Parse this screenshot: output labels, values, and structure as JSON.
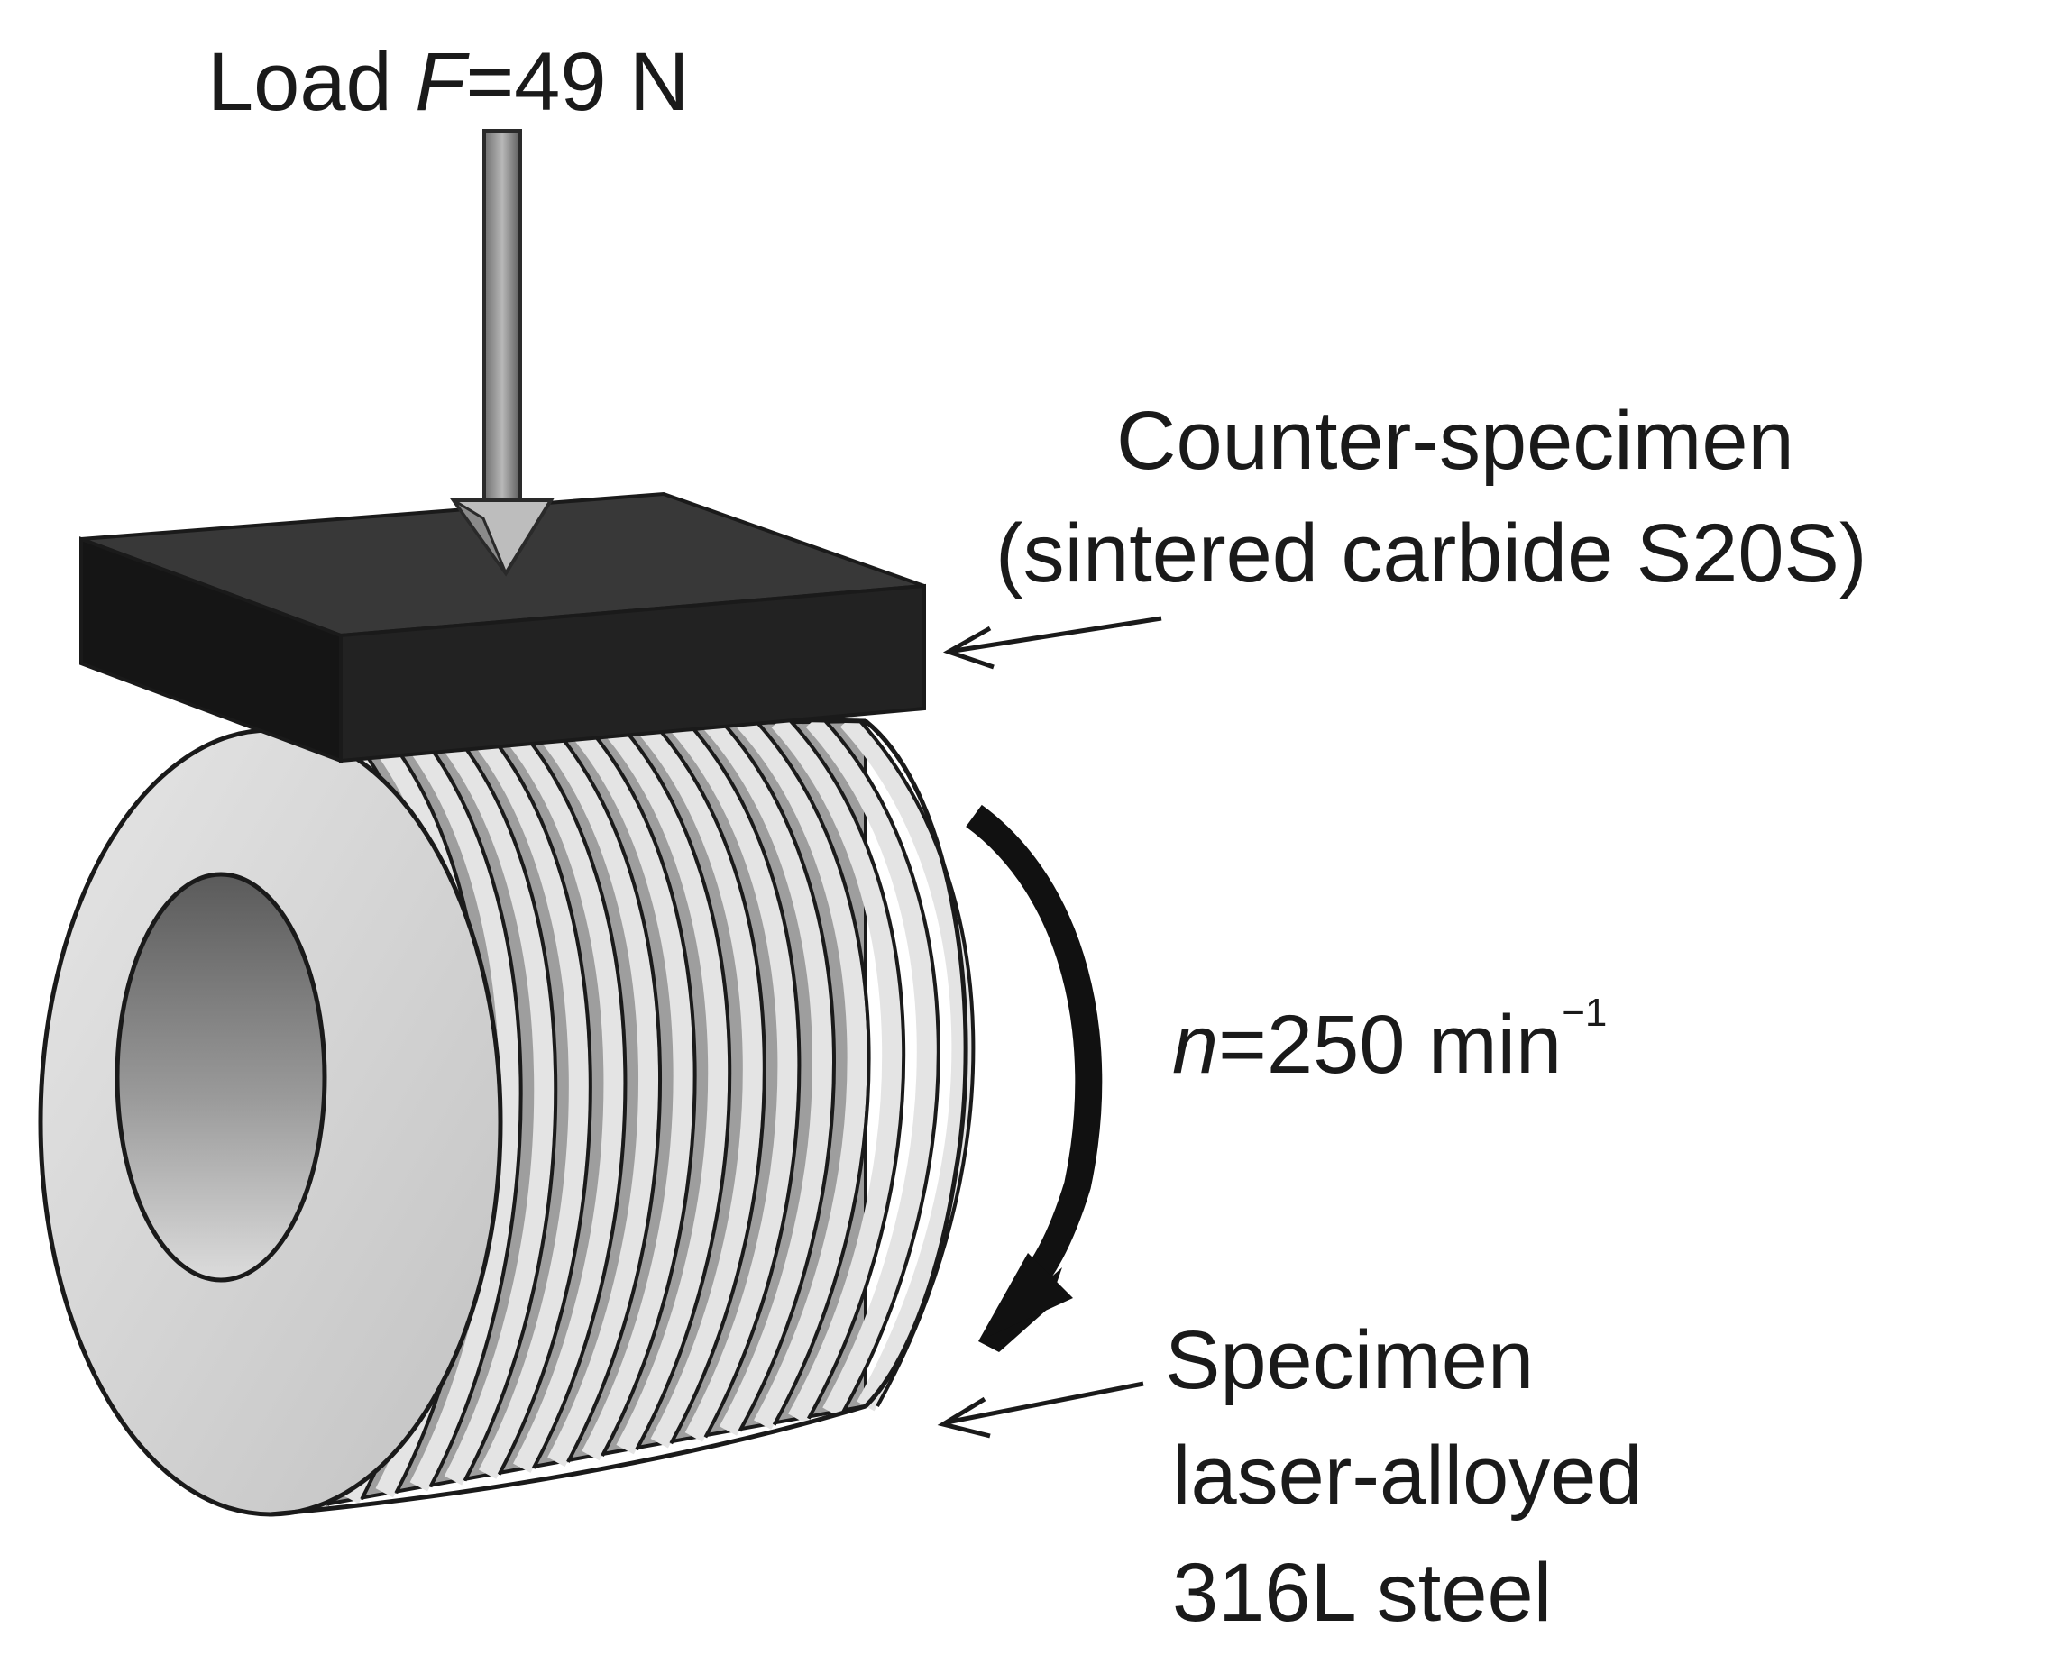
{
  "labels": {
    "load_prefix": "Load ",
    "load_var": "F",
    "load_value": "=49 N",
    "counter_line1": "Counter-specimen",
    "counter_line2": "(sintered carbide S20S)",
    "speed_var": "n",
    "speed_value": "=250 min",
    "speed_exponent": "−1",
    "specimen_line1": "Specimen",
    "specimen_line2": "laser-alloyed",
    "specimen_line3": "316L steel"
  },
  "colors": {
    "block": "#1f1f1f",
    "block_top": "#3a3a3a",
    "block_front": "#242424",
    "roller_face": "#cfcfcf",
    "bore": "#8c8c8c",
    "ribs": "#e2e2e2",
    "outline": "#1a1a1a",
    "arrow_shaft": "#8a8a8a"
  },
  "icons": {
    "load_arrow": "down-arrow-icon",
    "rotation_arrow": "curved-arrow-icon",
    "pointer_arrow": "left-pointer-arrow-icon"
  }
}
